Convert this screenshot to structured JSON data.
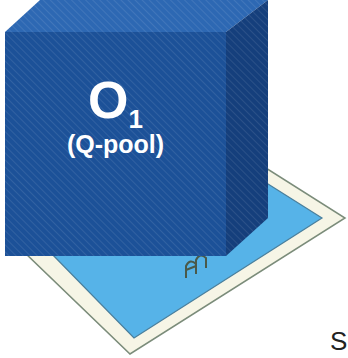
{
  "diagram": {
    "nodes": [
      {
        "text": [
          "O",
          "1",
          "(Q-pool)"
        ]
      }
    ],
    "edges": [],
    "labels": [
      "S"
    ]
  }
}
